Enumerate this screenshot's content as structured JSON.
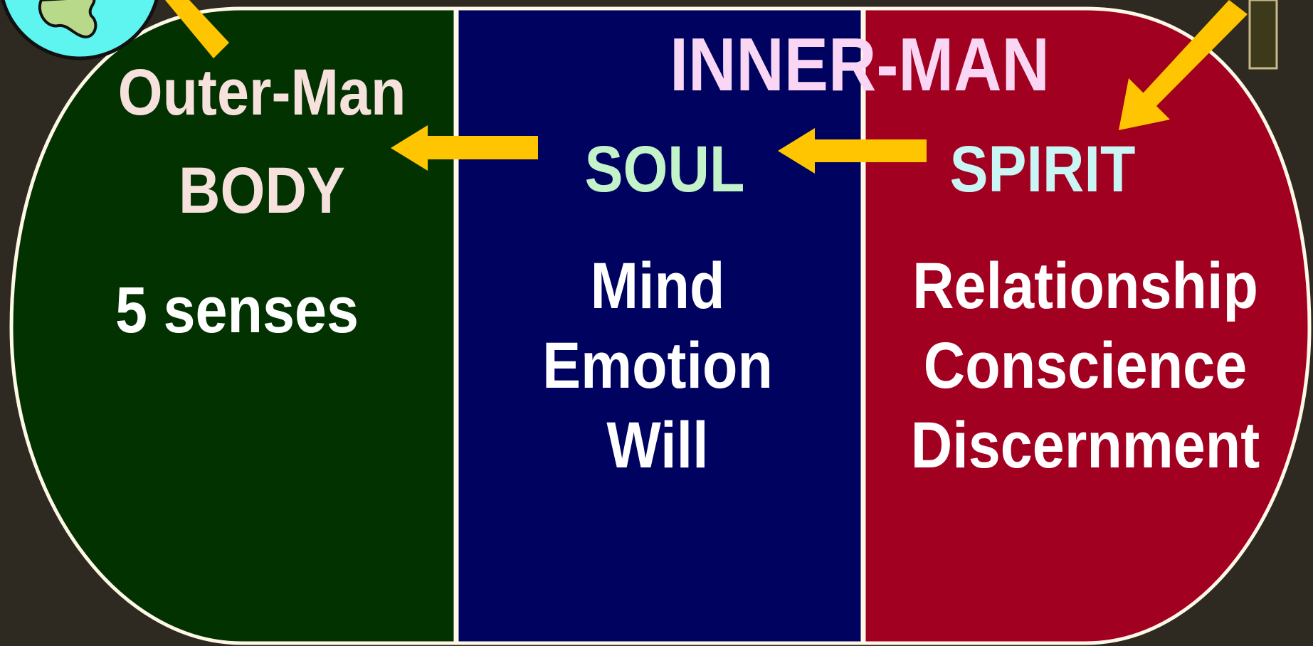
{
  "colors": {
    "background": "#2e2921",
    "body_panel": "#013200",
    "soul_panel": "#000260",
    "spirit_panel": "#a20020",
    "outline": "#fff8e6",
    "arrow": "#ffc500",
    "globe": "#5ef5f0"
  },
  "outer": {
    "title": "Outer-Man",
    "heading": "BODY",
    "items": [
      "5 senses"
    ]
  },
  "inner": {
    "title": "INNER-MAN"
  },
  "soul": {
    "heading": "SOUL",
    "items": [
      "Mind",
      "Emotion",
      "Will"
    ]
  },
  "spirit": {
    "heading": "SPIRIT",
    "items": [
      "Relationship",
      "Conscience",
      "Discernment"
    ]
  },
  "icons": [
    "globe-icon",
    "arrow-left-icon",
    "arrow-down-left-icon"
  ]
}
